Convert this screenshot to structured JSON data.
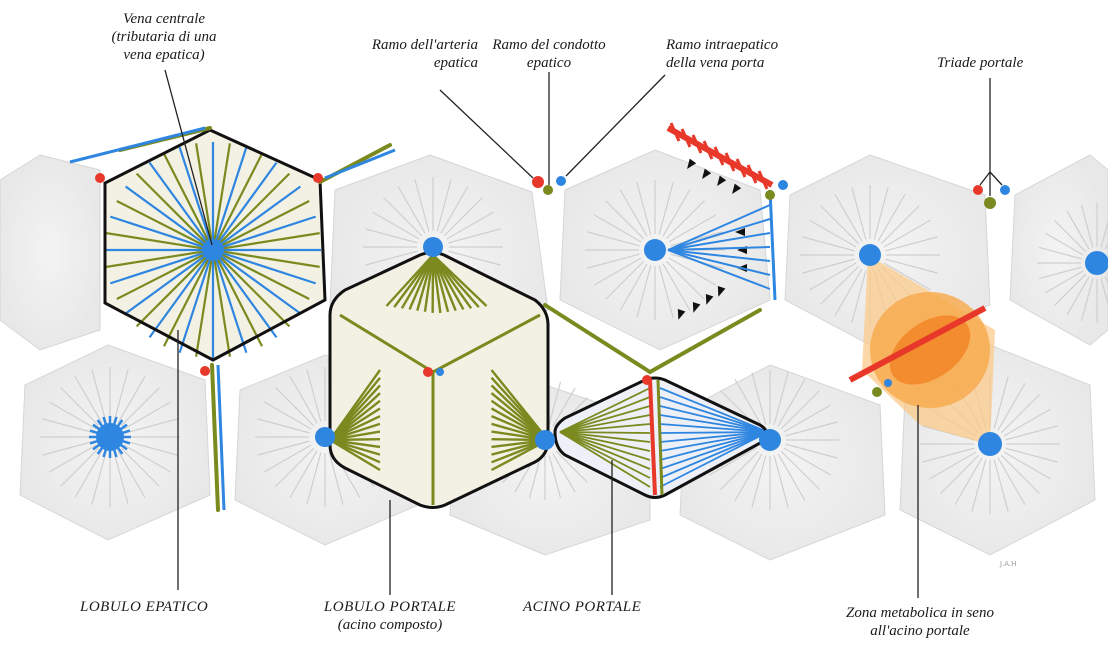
{
  "labels": {
    "vena_centrale": [
      "Vena centrale",
      "(tributaria di una",
      "vena epatica)"
    ],
    "arteria": [
      "Ramo dell'arteria",
      "epatica"
    ],
    "condotto": [
      "Ramo del condotto",
      "epatico"
    ],
    "vena_porta": [
      "Ramo intraepatico",
      "della vena porta"
    ],
    "triade": "Triade portale",
    "lobulo_epatico": "LOBULO EPATICO",
    "lobulo_portale": [
      "LOBULO PORTALE",
      "(acino composto)"
    ],
    "acino_portale": "ACINO PORTALE",
    "zona_metabolica": [
      "Zona metabolica in seno",
      "all'acino portale"
    ],
    "signature": "J.A.H"
  },
  "colors": {
    "vein_blue": "#2f86e0",
    "artery_red": "#e8382a",
    "duct_olive": "#7a8a1f",
    "outline": "#111111",
    "zone_orange": "#f6a23a",
    "lobule_gray": "#d6d6d6"
  }
}
